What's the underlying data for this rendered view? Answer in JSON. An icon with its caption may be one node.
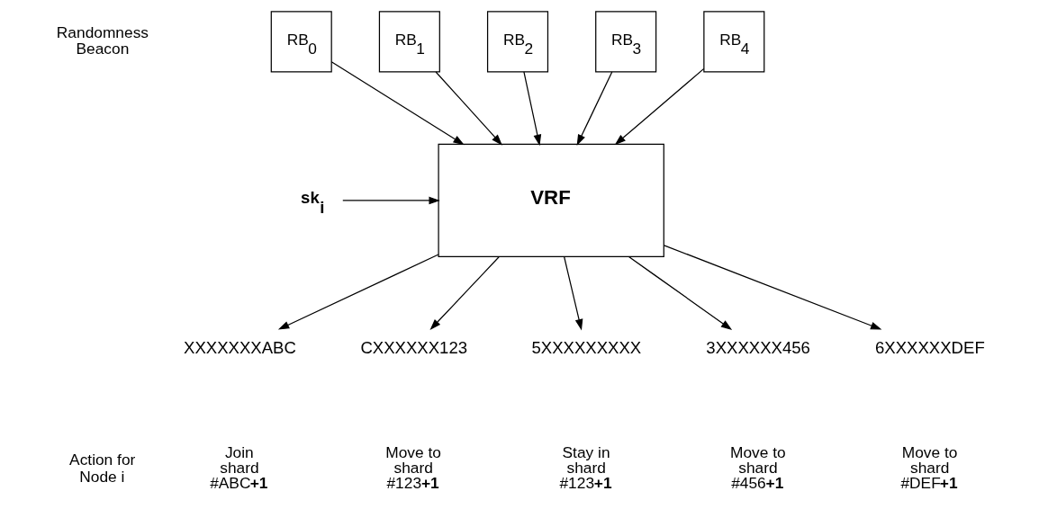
{
  "diagram": {
    "nodes": [
      {
        "text": [
          "RB$_{0}$"
        ]
      },
      {
        "text": [
          "RB$_{1}$"
        ]
      },
      {
        "text": [
          "RB$_{2}$"
        ]
      },
      {
        "text": [
          "RB$_{3}$"
        ]
      },
      {
        "text": [
          "RB$_{4}$"
        ]
      },
      {
        "text": [
          "VRF"
        ]
      },
      {
        "text": [
          "sk$_{i}$"
        ]
      },
      {
        "text": [
          "XXXXXXXABC"
        ]
      },
      {
        "text": [
          "CXXXXXX123"
        ]
      },
      {
        "text": [
          "5XXXXXXXXX"
        ]
      },
      {
        "text": [
          "3XXXXXX456"
        ]
      },
      {
        "text": [
          "6XXXXXXDEF"
        ]
      }
    ],
    "edges": [
      {
        "from": 0,
        "to": 5,
        "arrow": "to"
      },
      {
        "from": 1,
        "to": 5,
        "arrow": "to"
      },
      {
        "from": 2,
        "to": 5,
        "arrow": "to"
      },
      {
        "from": 3,
        "to": 5,
        "arrow": "to"
      },
      {
        "from": 4,
        "to": 5,
        "arrow": "to"
      },
      {
        "from": 6,
        "to": 5,
        "arrow": "to"
      },
      {
        "from": 5,
        "to": 7,
        "arrow": "to"
      },
      {
        "from": 5,
        "to": 8,
        "arrow": "to"
      },
      {
        "from": 5,
        "to": 9,
        "arrow": "to"
      },
      {
        "from": 5,
        "to": 10,
        "arrow": "to"
      },
      {
        "from": 5,
        "to": 11,
        "arrow": "to"
      }
    ],
    "labels": [
      "Randomness Beacon",
      "Action for Node i",
      "Join shard #ABC**+1**",
      "Move to shard #123**+1**",
      "Stay in shard #123**+1**",
      "Move to shard #456**+1**",
      "Move to shard #DEF**+1**"
    ]
  }
}
